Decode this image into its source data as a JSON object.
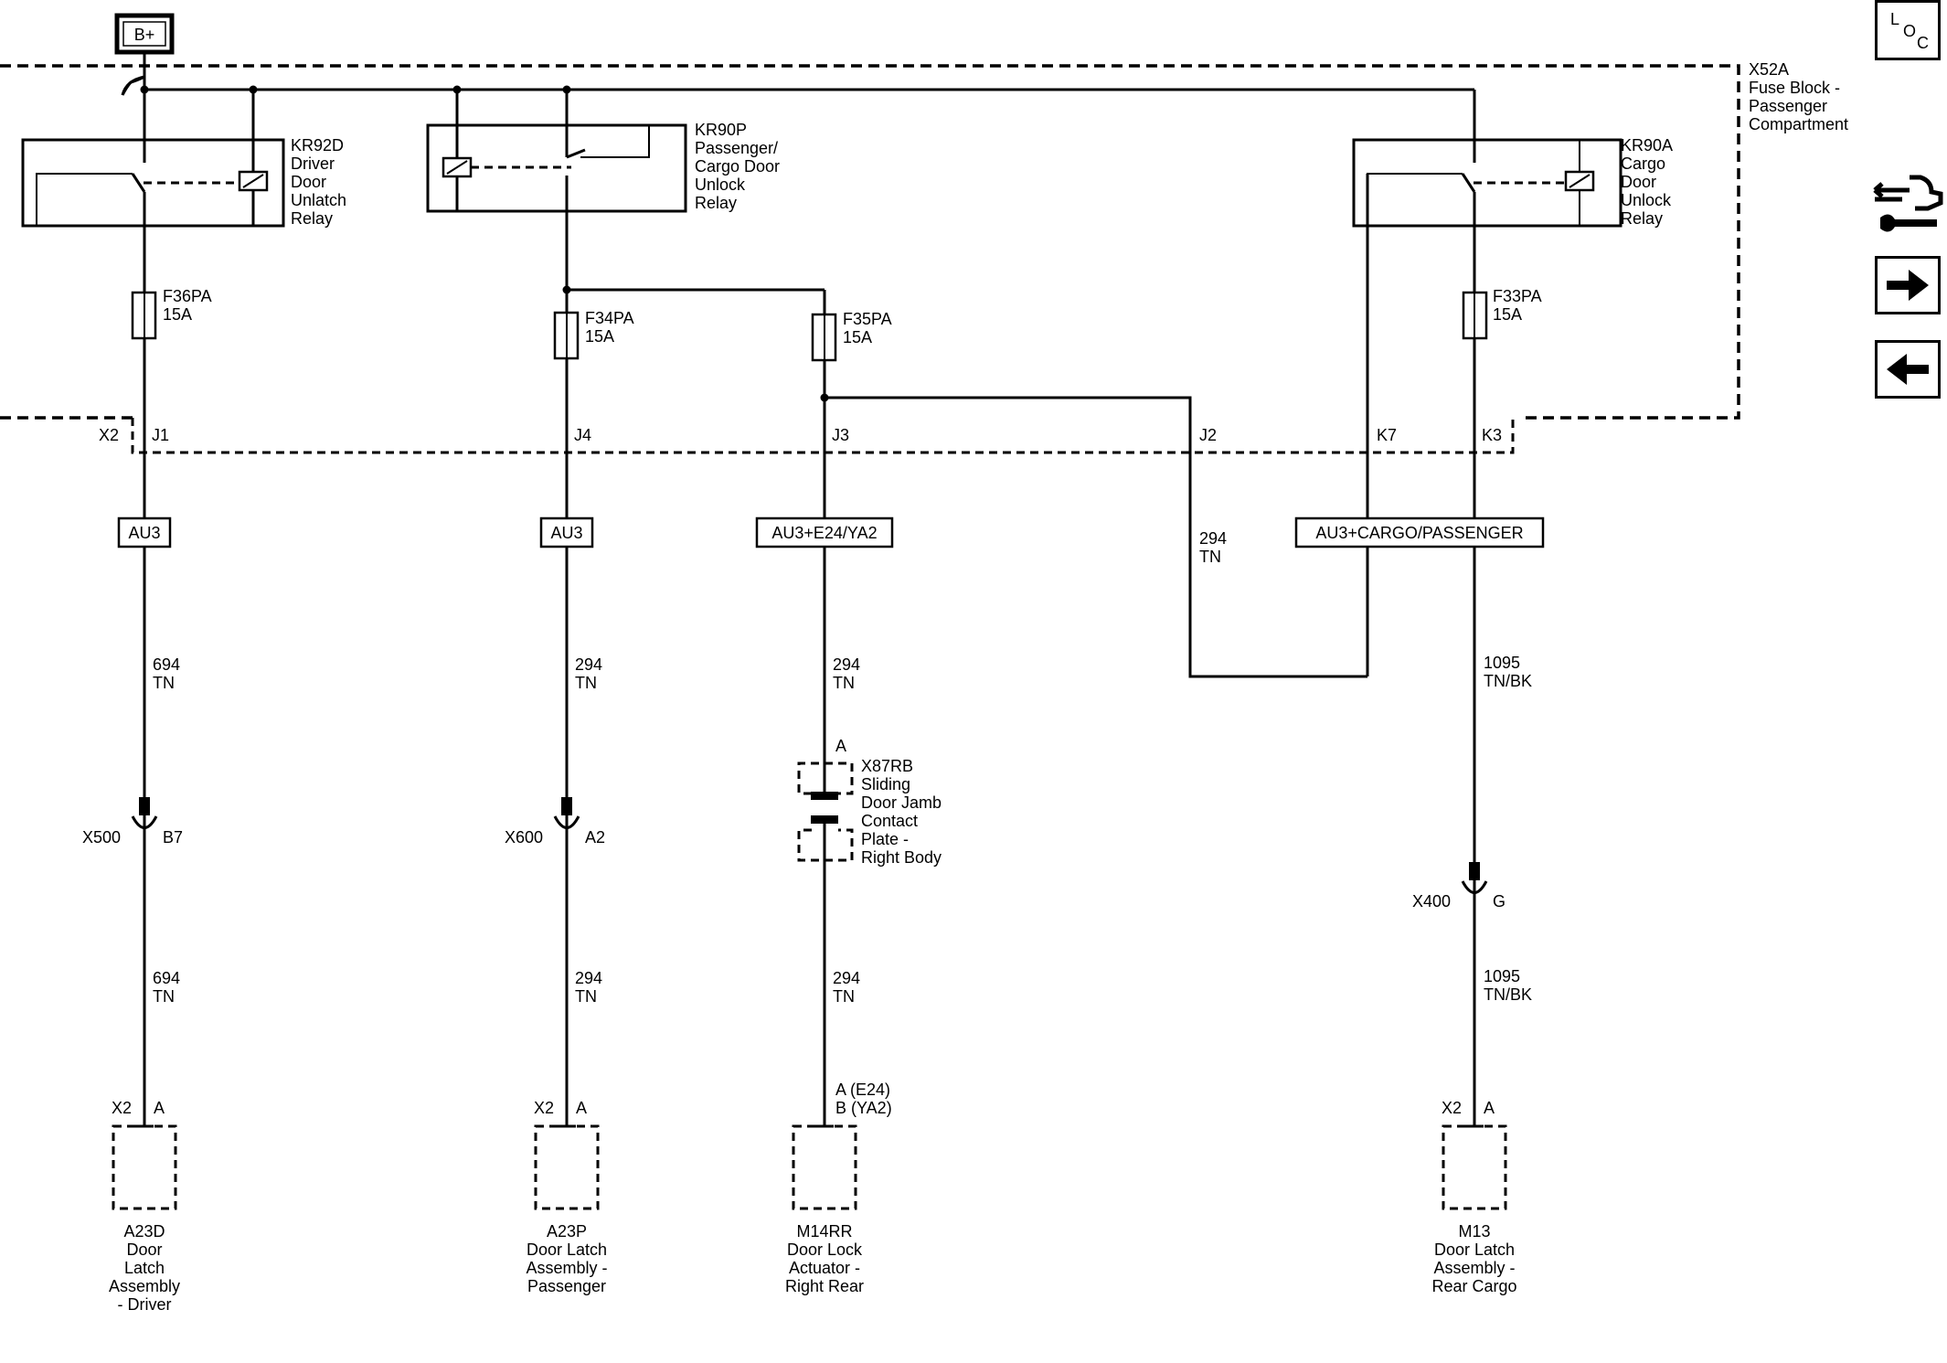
{
  "battery": "B+",
  "fuse_block": [
    "X52A",
    "Fuse Block -",
    "Passenger",
    "Compartment"
  ],
  "relays": {
    "kr92d": [
      "KR92D",
      "Driver",
      "Door",
      "Unlatch",
      "Relay"
    ],
    "kr90p": [
      "KR90P",
      "Passenger/",
      "Cargo Door",
      "Unlock",
      "Relay"
    ],
    "kr90a": [
      "KR90A",
      "Cargo",
      "Door",
      "Unlock",
      "Relay"
    ]
  },
  "fuses": {
    "f36pa": [
      "F36PA",
      "15A"
    ],
    "f34pa": [
      "F34PA",
      "15A"
    ],
    "f35pa": [
      "F35PA",
      "15A"
    ],
    "f33pa": [
      "F33PA",
      "15A"
    ]
  },
  "connector_x2": {
    "name": "X2",
    "pins": {
      "j1": "J1",
      "j4": "J4",
      "j3": "J3",
      "j2": "J2",
      "k7": "K7",
      "k3": "K3"
    }
  },
  "options": {
    "c1": "AU3",
    "c2": "AU3",
    "c3": "AU3+E24/YA2",
    "c4": "AU3+CARGO/PASSENGER"
  },
  "wires": {
    "c1_upper": [
      "694",
      "TN"
    ],
    "c1_lower": [
      "694",
      "TN"
    ],
    "c2_upper": [
      "294",
      "TN"
    ],
    "c2_lower": [
      "294",
      "TN"
    ],
    "c3_upper": [
      "294",
      "TN"
    ],
    "c3_lower": [
      "294",
      "TN"
    ],
    "j2": [
      "294",
      "TN"
    ],
    "c5_upper": [
      "1095",
      "TN/BK"
    ],
    "c5_lower": [
      "1095",
      "TN/BK"
    ]
  },
  "inline_connectors": {
    "x500": {
      "name": "X500",
      "pin": "B7"
    },
    "x600": {
      "name": "X600",
      "pin": "A2"
    },
    "x400": {
      "name": "X400",
      "pin": "G"
    }
  },
  "contact_plate": {
    "pin": "A",
    "label": [
      "X87RB",
      "Sliding",
      "Door Jamb",
      "Contact",
      "Plate -",
      "Right Body"
    ]
  },
  "components": {
    "a23d": {
      "conn": "X2",
      "pin": "A",
      "label": [
        "A23D",
        "Door",
        "Latch",
        "Assembly",
        "- Driver"
      ]
    },
    "a23p": {
      "conn": "X2",
      "pin": "A",
      "label": [
        "A23P",
        "Door Latch",
        "Assembly -",
        "Passenger"
      ]
    },
    "m14rr": {
      "pins": [
        "A  (E24)",
        "B  (YA2)"
      ],
      "label": [
        "M14RR",
        "Door Lock",
        "Actuator -",
        "Right Rear"
      ]
    },
    "m13": {
      "conn": "X2",
      "pin": "A",
      "label": [
        "M13",
        "Door Latch",
        "Assembly -",
        "Rear Cargo"
      ]
    }
  },
  "loc_icon": [
    "L",
    "O",
    "C"
  ],
  "icons": [
    "loc-icon",
    "connector-view-icon",
    "next-page-arrow-icon",
    "previous-page-arrow-icon"
  ]
}
